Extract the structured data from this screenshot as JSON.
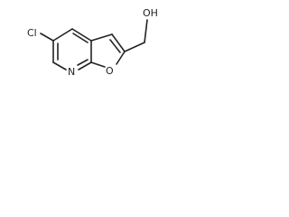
{
  "molecule": {
    "atoms": {
      "chlorine": "Cl",
      "pyridine_nitrogen": "N",
      "furan_oxygen": "O",
      "hydroxyl": "OH"
    }
  },
  "colors": {
    "bond": "#222222",
    "label": "#222222",
    "background": "#ffffff"
  }
}
